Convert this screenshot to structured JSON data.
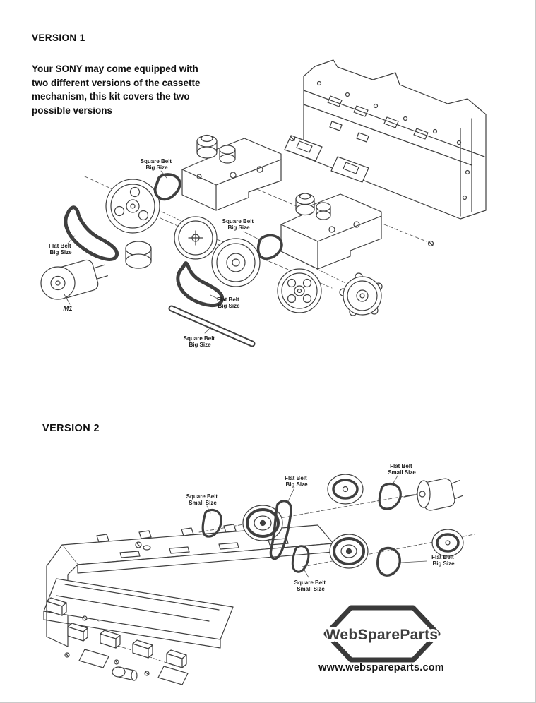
{
  "page": {
    "background": "#ffffff",
    "line_color": "#3f3f3f"
  },
  "sections": {
    "version1": {
      "title": "VERSION 1",
      "intro": "Your SONY may come equipped with\ntwo different versions of the cassette\nmechanism, this kit covers the two\npossible versions"
    },
    "version2": {
      "title": "VERSION 2"
    }
  },
  "diagram1": {
    "labels": {
      "square_belt_top": {
        "line1": "Square Belt",
        "line2": "Big Size"
      },
      "flat_belt_left": {
        "line1": "Flat Belt",
        "line2": "Big Size"
      },
      "motor": "M1",
      "square_belt_mid": {
        "line1": "Square Belt",
        "line2": "Big Size"
      },
      "flat_belt_mid": {
        "line1": "Flat Belt",
        "line2": "Big Size"
      },
      "square_belt_bottom": {
        "line1": "Square Belt",
        "line2": "Big Size"
      }
    }
  },
  "diagram2": {
    "labels": {
      "square_belt_small_upper": {
        "line1": "Square Belt",
        "line2": "Small Size"
      },
      "flat_belt_big_upper": {
        "line1": "Flat Belt",
        "line2": "Big Size"
      },
      "flat_belt_small": {
        "line1": "Flat Belt",
        "line2": "Small Size"
      },
      "square_belt_small_lower": {
        "line1": "Square Belt",
        "line2": "Small Size"
      },
      "flat_belt_big_lower": {
        "line1": "Flat Belt",
        "line2": "Big Size"
      }
    }
  },
  "footer": {
    "logo_text": "WebSpareParts",
    "website": "www.webspareparts.com"
  }
}
